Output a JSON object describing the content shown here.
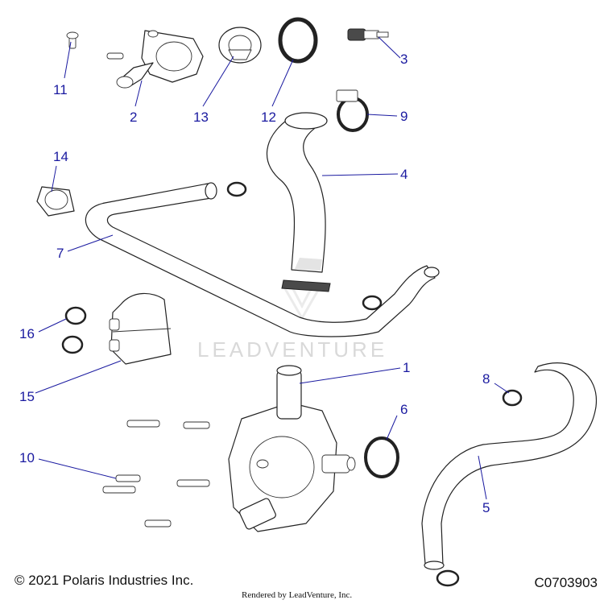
{
  "watermark": "LEADVENTURE",
  "footer": {
    "copyright": "© 2021 Polaris Industries Inc.",
    "diagram_id": "C0703903",
    "rendered_by": "Rendered by LeadVenture, Inc."
  },
  "callouts": [
    "1",
    "2",
    "3",
    "4",
    "5",
    "6",
    "7",
    "8",
    "9",
    "10",
    "11",
    "12",
    "13",
    "14",
    "15",
    "16"
  ]
}
